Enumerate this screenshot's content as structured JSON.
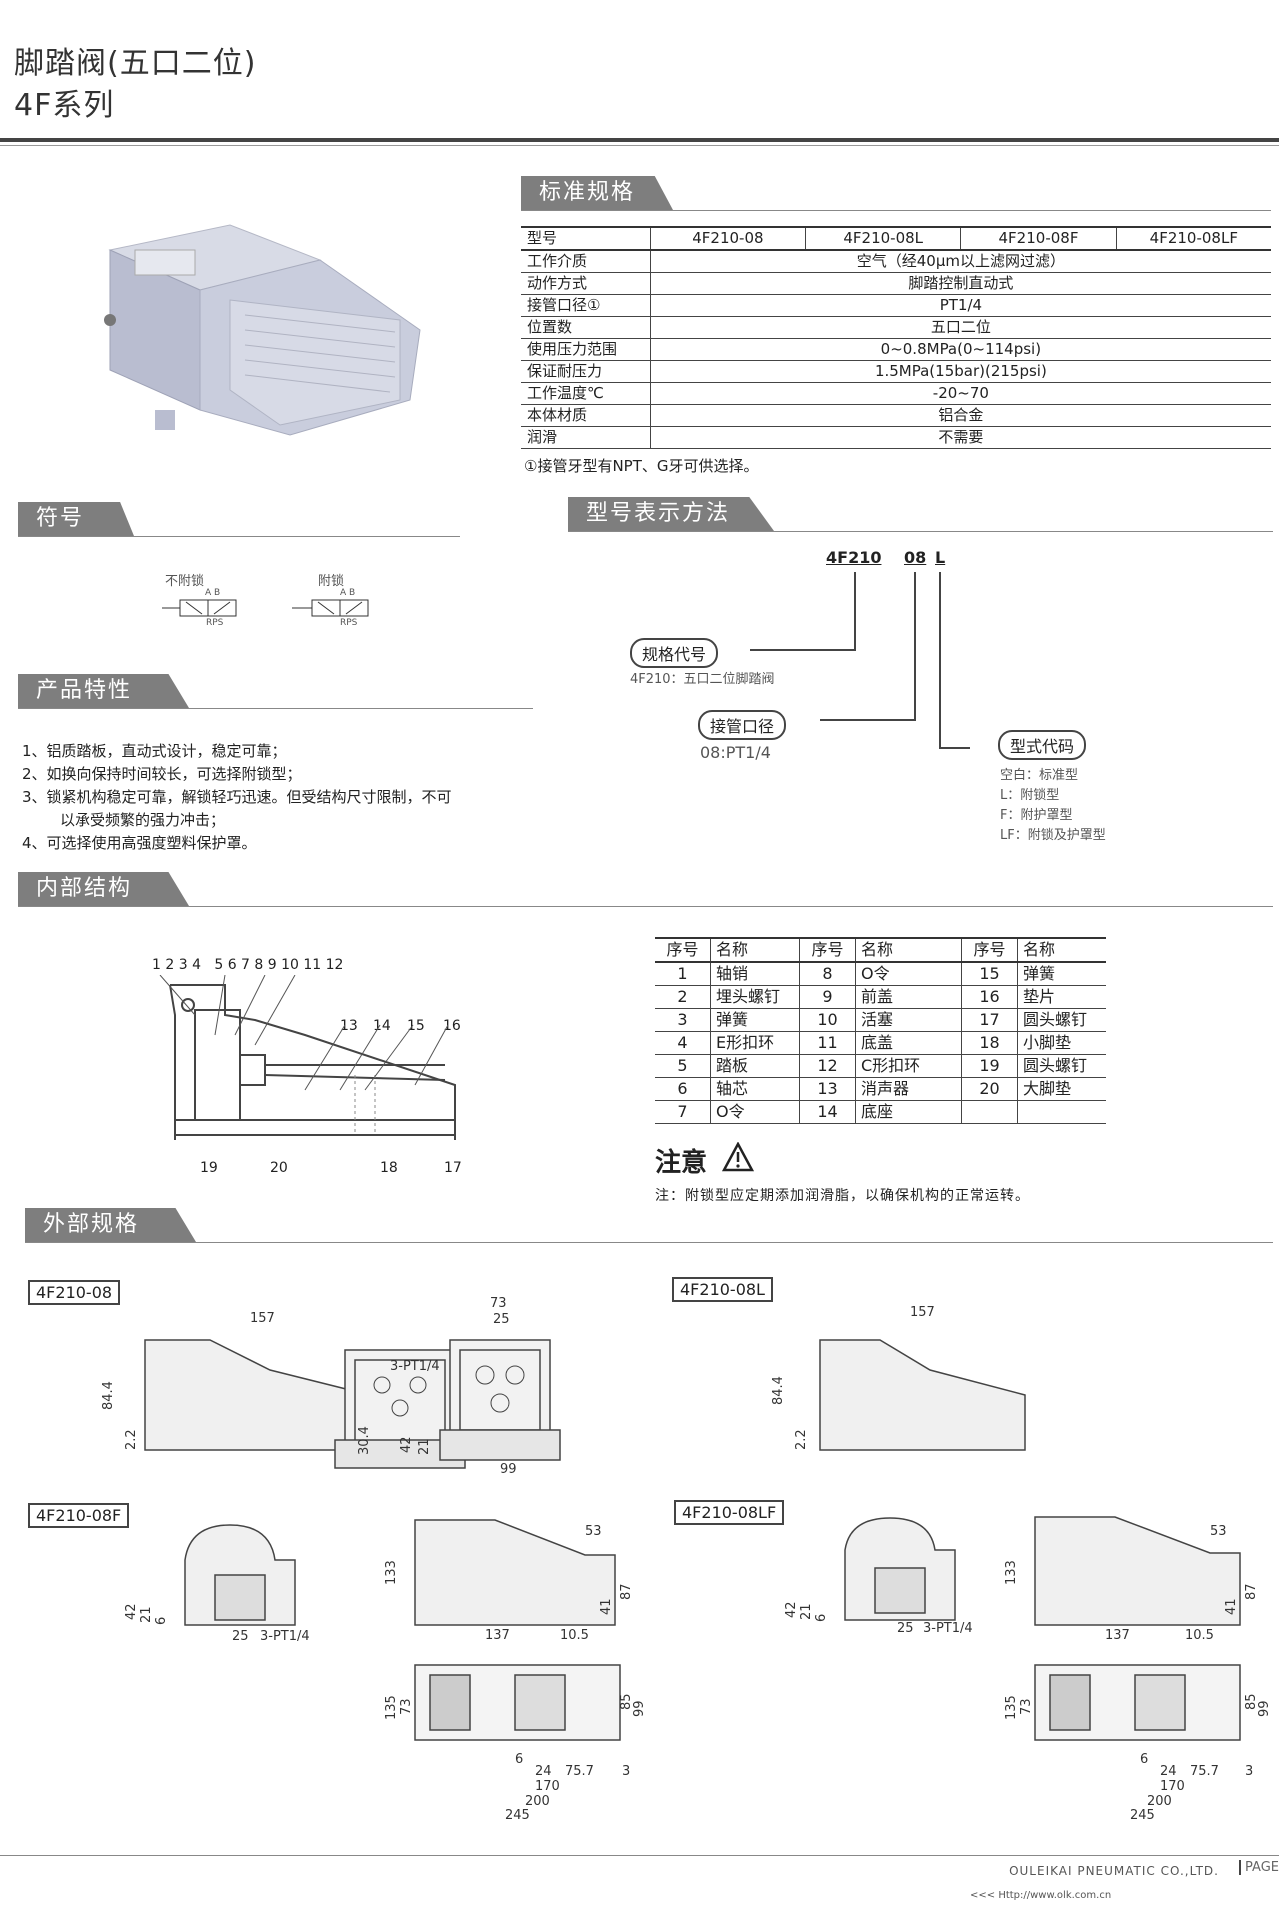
{
  "header": {
    "title_line1": "脚踏阀(五口二位)",
    "title_line2": "4F系列"
  },
  "sections": {
    "spec": "标准规格",
    "symbol": "符号",
    "model_code": "型号表示方法",
    "features": "产品特性",
    "internal": "内部结构",
    "external": "外部规格"
  },
  "spec_table": {
    "header_label": "型号",
    "models": [
      "4F210-08",
      "4F210-08L",
      "4F210-08F",
      "4F210-08LF"
    ],
    "rows": [
      {
        "label": "工作介质",
        "value": "空气（经40μm以上滤网过滤）"
      },
      {
        "label": "动作方式",
        "value": "脚踏控制直动式"
      },
      {
        "label": "接管口径①",
        "value": "PT1/4"
      },
      {
        "label": "位置数",
        "value": "五口二位"
      },
      {
        "label": "使用压力范围",
        "value": "0~0.8MPa(0~114psi)"
      },
      {
        "label": "保证耐压力",
        "value": "1.5MPa(15bar)(215psi)"
      },
      {
        "label": "工作温度℃",
        "value": "-20~70"
      },
      {
        "label": "本体材质",
        "value": "铝合金"
      },
      {
        "label": "润滑",
        "value": "不需要"
      }
    ],
    "note": "①接管牙型有NPT、G牙可供选择。"
  },
  "symbol": {
    "no_lock": "不附锁",
    "lock": "附锁",
    "ports_top": "A B",
    "ports_bottom": "RPS"
  },
  "model_code": {
    "parts": [
      "4F210",
      "08",
      "L"
    ],
    "spec_code_label": "规格代号",
    "spec_code_desc": "4F210：五口二位脚踏阀",
    "port_label": "接管口径",
    "port_desc": "08:PT1/4",
    "type_label": "型式代码",
    "type_desc": [
      "空白：标准型",
      "L：附锁型",
      "F：附护罩型",
      "LF：附锁及护罩型"
    ]
  },
  "features": [
    "1、铝质踏板，直动式设计，稳定可靠；",
    "2、如换向保持时间较长，可选择附锁型；",
    "3、锁紧机构稳定可靠，解锁轻巧迅速。但受结构尺寸限制，不可",
    "以承受频繁的强力冲击；",
    "4、可选择使用高强度塑料保护罩。"
  ],
  "internal": {
    "callouts_top": "1 2 3 4   5 6 7 8 9 10 11 12",
    "callouts_mid": [
      "13",
      "14",
      "15",
      "16"
    ],
    "callouts_bottom": [
      "19",
      "20",
      "18",
      "17"
    ]
  },
  "parts_table": {
    "head": [
      "序号",
      "名称",
      "序号",
      "名称",
      "序号",
      "名称"
    ],
    "rows": [
      [
        "1",
        "轴销",
        "8",
        "O令",
        "15",
        "弹簧"
      ],
      [
        "2",
        "埋头螺钉",
        "9",
        "前盖",
        "16",
        "垫片"
      ],
      [
        "3",
        "弹簧",
        "10",
        "活塞",
        "17",
        "圆头螺钉"
      ],
      [
        "4",
        "E形扣环",
        "11",
        "底盖",
        "18",
        "小脚垫"
      ],
      [
        "5",
        "踏板",
        "12",
        "C形扣环",
        "19",
        "圆头螺钉"
      ],
      [
        "6",
        "轴芯",
        "13",
        "消声器",
        "20",
        "大脚垫"
      ],
      [
        "7",
        "O令",
        "14",
        "底座",
        "",
        ""
      ]
    ]
  },
  "caution": {
    "title": "注意",
    "note": "注：附锁型应定期添加润滑脂，以确保机构的正常运转。"
  },
  "external": {
    "labels": [
      "4F210-08",
      "4F210-08L",
      "4F210-08F",
      "4F210-08LF"
    ],
    "dims_08": [
      "157",
      "84.4",
      "2.2",
      "30.4",
      "73",
      "25",
      "3-PT1/4",
      "42",
      "21",
      "99"
    ],
    "dims_08L": [
      "157",
      "84.4",
      "2.2"
    ],
    "dims_08F": [
      "42",
      "21",
      "6",
      "25",
      "3-PT1/4",
      "133",
      "53",
      "87",
      "41",
      "137",
      "10.5",
      "135",
      "73",
      "85",
      "99",
      "6",
      "24",
      "75.7",
      "3",
      "170",
      "200",
      "245"
    ],
    "dims_08LF": [
      "42",
      "21",
      "6",
      "25",
      "3-PT1/4",
      "133",
      "53",
      "87",
      "41",
      "137",
      "10.5",
      "135",
      "73",
      "85",
      "99",
      "6",
      "24",
      "75.7",
      "3",
      "170",
      "200",
      "245"
    ]
  },
  "footer": {
    "company": "OULEIKAI PNEUMATIC CO.,LTD.",
    "page": "PAGE",
    "url": "<<<  Http://www.olk.com.cn"
  }
}
